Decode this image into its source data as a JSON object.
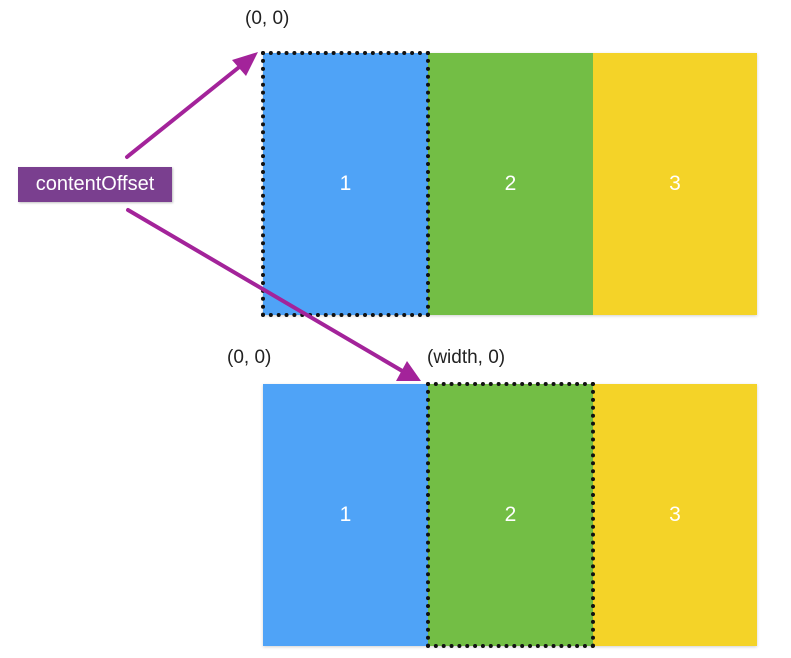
{
  "colors": {
    "page1": "#4fa3f7",
    "page2": "#73be45",
    "page3": "#f4d328",
    "accent": "#7a3f8f",
    "arrow": "#a3239a"
  },
  "top": {
    "origin_label": "(0, 0)",
    "pages": [
      "1",
      "2",
      "3"
    ]
  },
  "bottom": {
    "origin_label": "(0, 0)",
    "offset_label": "(width, 0)",
    "pages": [
      "1",
      "2",
      "3"
    ]
  },
  "badge": {
    "label": "contentOffset"
  }
}
